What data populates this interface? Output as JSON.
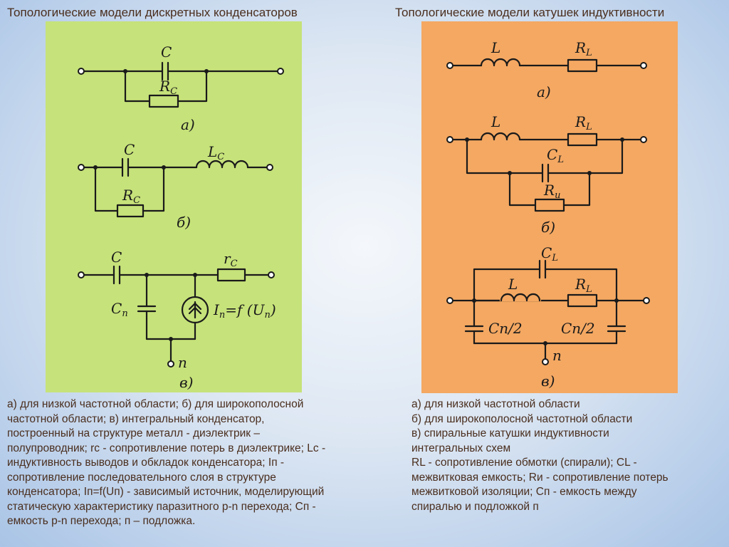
{
  "left": {
    "title": "Топологические модели дискретных конденсаторов",
    "panel_color": "#c6e27a",
    "labels": {
      "a_c": "C",
      "a_rc": "R",
      "a_rc_sub": "C",
      "a_letter": "а)",
      "b_c": "C",
      "b_lc": "L",
      "b_lc_sub": "C",
      "b_rc": "R",
      "b_rc_sub": "C",
      "b_letter": "б)",
      "c_c": "C",
      "c_rc": "r",
      "c_rc_sub": "C",
      "c_cp": "C",
      "c_cp_sub": "п",
      "c_ip": "I",
      "c_ip_sub": "п",
      "c_ip_eq": "=f (U",
      "c_ip_eq2": "п",
      "c_ip_close": ")",
      "c_n": "п",
      "c_letter": "в)"
    },
    "caption": [
      "а) для низкой частотной области; б) для широкополосной",
      "частотной области; в) интегральный конденсатор,",
      "построенный на структуре металл - диэлектрик –",
      "полупроводник; rс - сопротивление потерь в диэлектрике; Lс -",
      "индуктивность выводов и обкладок конденсатора; Iп -",
      "сопротивление последовательного слоя в структуре",
      "конденсатора; Iп=f(Uп) - зависимый источник, моделирующий",
      "статическую характеристику паразитного p-n перехода; Сп -",
      "емкость p-n перехода; п – подложка."
    ]
  },
  "right": {
    "title": "Топологические модели катушек индуктивности",
    "panel_color": "#f4a862",
    "labels": {
      "a_l": "L",
      "a_rl": "R",
      "a_rl_sub": "L",
      "a_letter": "а)",
      "b_l": "L",
      "b_rl": "R",
      "b_rl_sub": "L",
      "b_cl": "C",
      "b_cl_sub": "L",
      "b_ri": "R",
      "b_ri_sub": "и",
      "b_letter": "б)",
      "c_cl": "C",
      "c_cl_sub": "L",
      "c_l": "L",
      "c_rl": "R",
      "c_rl_sub": "L",
      "c_cp1": "Cп/2",
      "c_cp2": "Cп/2",
      "c_n": "п",
      "c_letter": "в)"
    },
    "caption": [
      "а) для низкой частотной области",
      "б) для широкополосной частотной области",
      "в) спиральные катушки индуктивности",
      "интегральных схем",
      "RL - сопротивление обмотки (спирали); CL -",
      "межвитковая емкость; Rи - сопротивление потерь",
      "межвитковой изоляции; Cп - емкость между",
      "спиралью и подложкой п"
    ]
  }
}
